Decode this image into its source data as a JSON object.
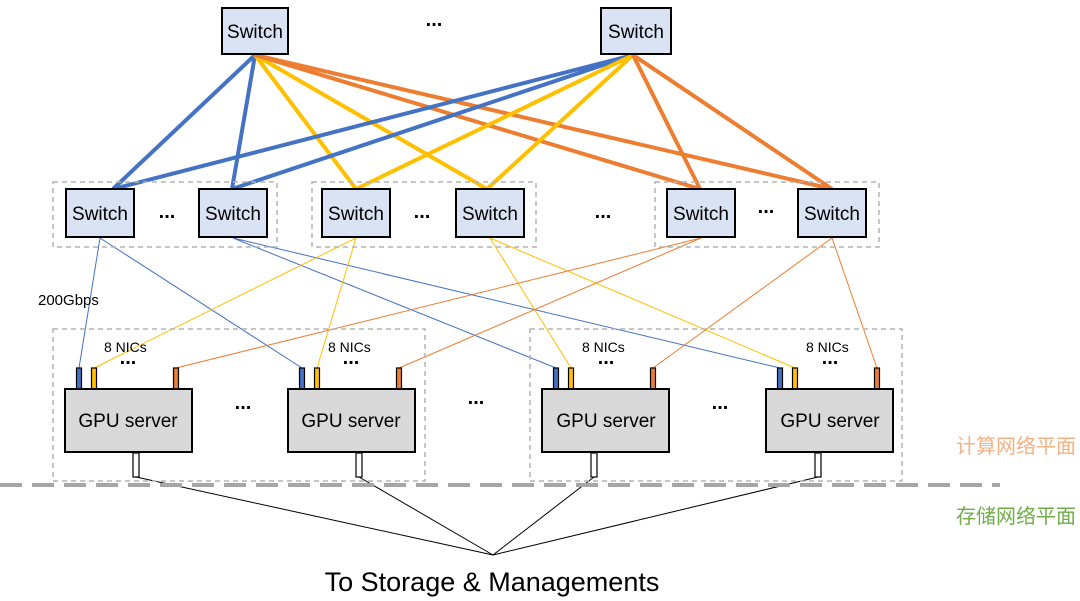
{
  "colors": {
    "plane_blue": "#4472c4",
    "plane_yellow": "#ffc000",
    "plane_orange": "#ed7d31",
    "switch_fill": "#dae3f3",
    "server_fill": "#d9d9d9",
    "compute_plane_text": "#f4b183",
    "storage_plane_text": "#70ad47"
  },
  "spine": {
    "switches": [
      {
        "label": "Switch"
      },
      {
        "label": "Switch"
      }
    ],
    "ellipsis": "..."
  },
  "leaf": {
    "groups": [
      {
        "plane": "blue",
        "switches": [
          {
            "label": "Switch"
          },
          {
            "label": "Switch"
          }
        ],
        "ellipsis": "..."
      },
      {
        "plane": "yellow",
        "switches": [
          {
            "label": "Switch"
          },
          {
            "label": "Switch"
          }
        ],
        "ellipsis": "..."
      },
      {
        "plane": "orange",
        "switches": [
          {
            "label": "Switch"
          },
          {
            "label": "Switch"
          }
        ],
        "ellipsis": "..."
      }
    ],
    "between_groups_ellipsis": "..."
  },
  "link_speed": "200Gbps",
  "servers": {
    "groups": [
      {
        "servers": [
          {
            "label": "GPU server",
            "nic_label": "8 NICs",
            "nic_ellipsis": "..."
          },
          {
            "label": "GPU server",
            "nic_label": "8 NICs",
            "nic_ellipsis": "..."
          }
        ],
        "ellipsis": "..."
      },
      {
        "servers": [
          {
            "label": "GPU server",
            "nic_label": "8 NICs",
            "nic_ellipsis": "..."
          },
          {
            "label": "GPU server",
            "nic_label": "8 NICs",
            "nic_ellipsis": "..."
          }
        ],
        "ellipsis": "..."
      }
    ],
    "between_groups_ellipsis": "..."
  },
  "planes": {
    "compute": "计算网络平面",
    "storage": "存储网络平面"
  },
  "bottom_label": "To Storage & Managements"
}
